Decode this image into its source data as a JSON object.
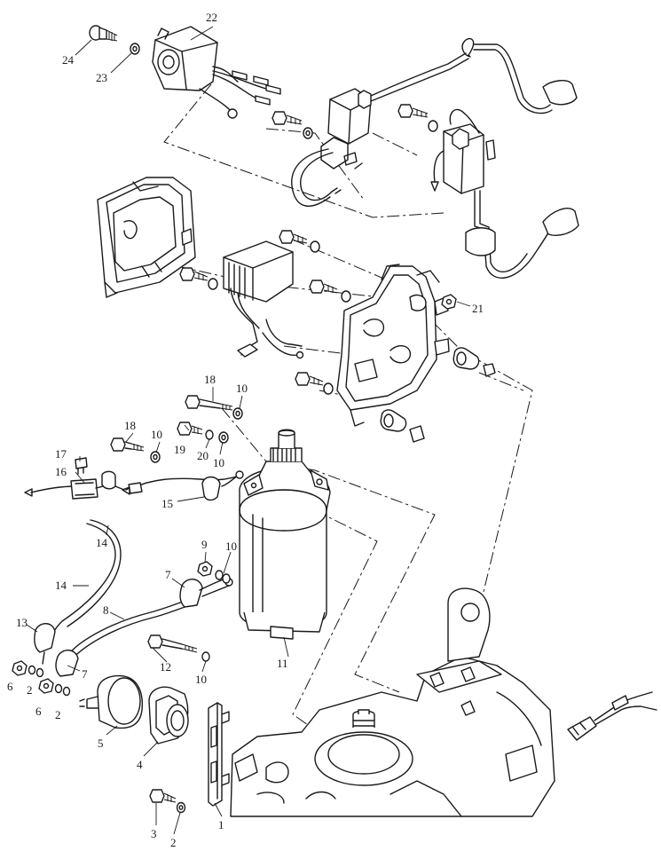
{
  "diagram": {
    "callouts": [
      {
        "id": "c1",
        "label": "1"
      },
      {
        "id": "c2a",
        "label": "2"
      },
      {
        "id": "c2b",
        "label": "2"
      },
      {
        "id": "c2c",
        "label": "2"
      },
      {
        "id": "c3",
        "label": "3"
      },
      {
        "id": "c4",
        "label": "4"
      },
      {
        "id": "c5",
        "label": "5"
      },
      {
        "id": "c6a",
        "label": "6"
      },
      {
        "id": "c6b",
        "label": "6"
      },
      {
        "id": "c7a",
        "label": "7"
      },
      {
        "id": "c7b",
        "label": "7"
      },
      {
        "id": "c8",
        "label": "8"
      },
      {
        "id": "c9",
        "label": "9"
      },
      {
        "id": "c10a",
        "label": "10"
      },
      {
        "id": "c10b",
        "label": "10"
      },
      {
        "id": "c10c",
        "label": "10"
      },
      {
        "id": "c10d",
        "label": "10"
      },
      {
        "id": "c10e",
        "label": "10"
      },
      {
        "id": "c11",
        "label": "11"
      },
      {
        "id": "c12",
        "label": "12"
      },
      {
        "id": "c13",
        "label": "13"
      },
      {
        "id": "c14a",
        "label": "14"
      },
      {
        "id": "c14b",
        "label": "14"
      },
      {
        "id": "c15",
        "label": "15"
      },
      {
        "id": "c16",
        "label": "16"
      },
      {
        "id": "c17",
        "label": "17"
      },
      {
        "id": "c18a",
        "label": "18"
      },
      {
        "id": "c18b",
        "label": "18"
      },
      {
        "id": "c19",
        "label": "19"
      },
      {
        "id": "c20",
        "label": "20"
      },
      {
        "id": "c21",
        "label": "21"
      },
      {
        "id": "c22",
        "label": "22"
      },
      {
        "id": "c23",
        "label": "23"
      },
      {
        "id": "c24",
        "label": "24"
      }
    ]
  }
}
